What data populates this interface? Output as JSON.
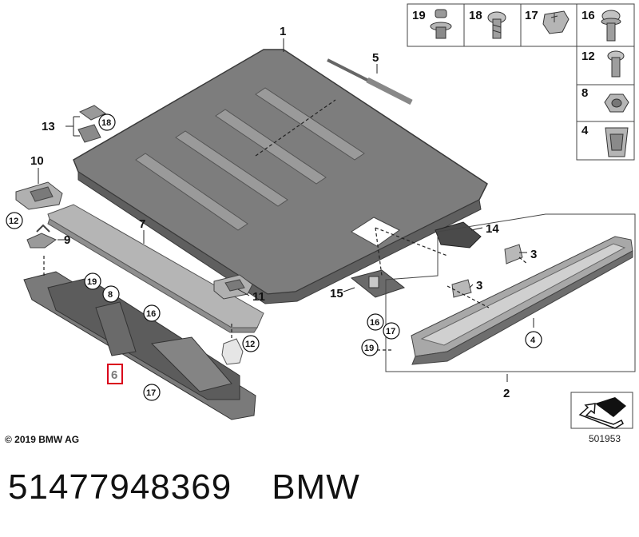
{
  "copyright": "© 2019 BMW AG",
  "reference_number": "501953",
  "part_number": "51477948369",
  "brand": "BMW",
  "legend_parts": [
    {
      "num": "19",
      "icon": "push-clip-icon"
    },
    {
      "num": "18",
      "icon": "screw-icon"
    },
    {
      "num": "17",
      "icon": "spring-nut-icon"
    },
    {
      "num": "16",
      "icon": "flange-screw-icon"
    },
    {
      "num": "12",
      "icon": "short-screw-icon"
    },
    {
      "num": "8",
      "icon": "hex-nut-icon"
    },
    {
      "num": "4",
      "icon": "retaining-clip-icon"
    }
  ],
  "callouts": {
    "c1": "1",
    "c2": "2",
    "c3a": "3",
    "c3b": "3",
    "c4": "4",
    "c5": "5",
    "c6": "6",
    "c7": "7",
    "c8": "8",
    "c9": "9",
    "c10": "10",
    "c11": "11",
    "c12a": "12",
    "c12b": "12",
    "c13": "13",
    "c14": "14",
    "c15": "15",
    "c16a": "16",
    "c16b": "16",
    "c17a": "17",
    "c17b": "17",
    "c18": "18",
    "c19a": "19",
    "c19b": "19"
  },
  "highlighted_part": "6",
  "colors": {
    "part_fill": "#8e8e8e",
    "part_dark": "#5e5e5e",
    "highlight": "#d9001b",
    "line": "#111111"
  }
}
